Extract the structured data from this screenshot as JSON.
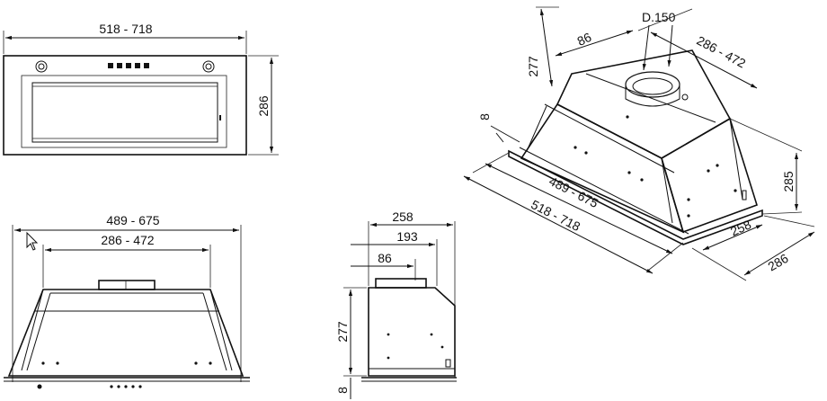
{
  "diagram": {
    "front_view": {
      "width_label": "518 - 718",
      "height_label": "286"
    },
    "bottom_view": {
      "outer_label": "489 - 675",
      "inner_label": "286 - 472"
    },
    "side_view": {
      "depth_label": "258",
      "inner_depth_label": "193",
      "outlet_label": "86",
      "height_label": "277",
      "base_label": "8"
    },
    "iso_view": {
      "duct_label": "D.150",
      "outlet_label": "86",
      "top_label": "286 - 472",
      "height_label": "277",
      "base_label": "8",
      "total_height_label": "285",
      "inner_len_label": "489 - 675",
      "outer_len_label": "518 - 718",
      "inner_depth_label": "258",
      "outer_depth_label": "286"
    }
  }
}
